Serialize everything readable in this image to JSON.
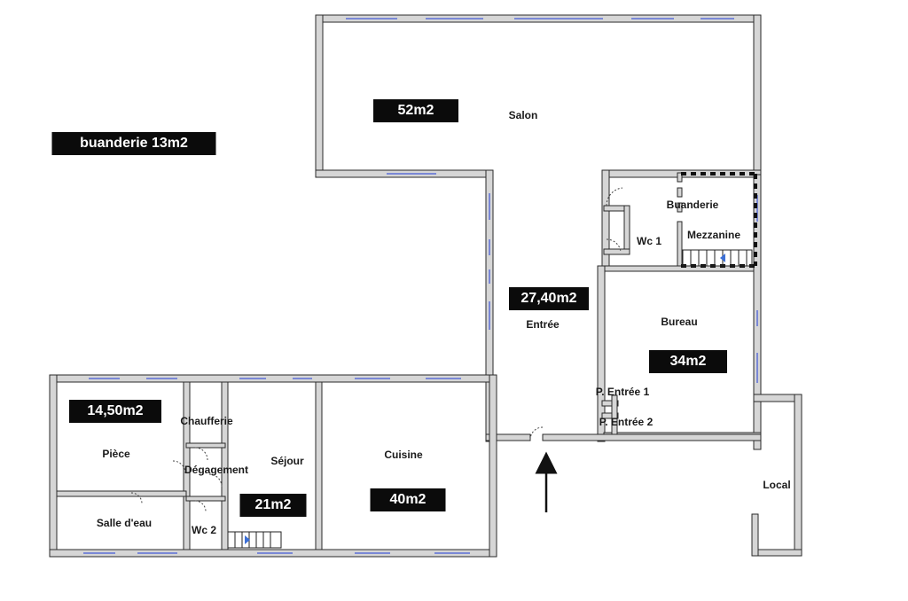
{
  "colors": {
    "wall_fill": "#d6d6d6",
    "wall_stroke": "#2a2a2a",
    "window": "#5b6fd6",
    "badge_bg": "#0b0b0b",
    "badge_text": "#ffffff",
    "stair_accent": "#3b6fd6"
  },
  "rooms": {
    "salon": "Salon",
    "buanderie": "Buanderie",
    "mezzanine": "Mezzanine",
    "wc1": "Wc 1",
    "entree": "Entrée",
    "bureau": "Bureau",
    "p_entree_1": "P. Entrée 1",
    "p_entree_2": "P. Entrée 2",
    "chaufferie": "Chaufferie",
    "degagement": "Dégagement",
    "sejour": "Séjour",
    "cuisine": "Cuisine",
    "piece": "Pièce",
    "salle_eau": "Salle d'eau",
    "wc2": "Wc 2",
    "local": "Local"
  },
  "areas": {
    "buanderie_note": "buanderie 13m2",
    "salon": "52m2",
    "entree": "27,40m2",
    "bureau": "34m2",
    "piece": "14,50m2",
    "sejour": "21m2",
    "cuisine": "40m2"
  },
  "icons": {
    "entrance_arrow": "arrow-up-icon",
    "stairs": "staircase-icon",
    "door_swing": "door-swing-icon"
  }
}
